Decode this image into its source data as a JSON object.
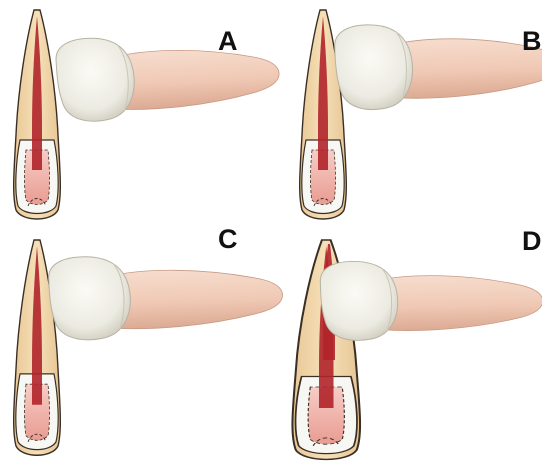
{
  "panels": [
    {
      "id": "A",
      "label": "A"
    },
    {
      "id": "B",
      "label": "B"
    },
    {
      "id": "C",
      "label": "C"
    },
    {
      "id": "D",
      "label": "D"
    }
  ],
  "colors": {
    "background": "#ffffff",
    "root": "#f2d9ad",
    "root_outline": "#3a2f25",
    "pulp": "#b0242a",
    "pulp_light": "#f4c2bd",
    "crown_enamel": "#f2f1ea",
    "crown_shade": "#d9d6c8",
    "tooth_body": "#f1cfbd",
    "tooth_body_dark": "#dfae98"
  }
}
